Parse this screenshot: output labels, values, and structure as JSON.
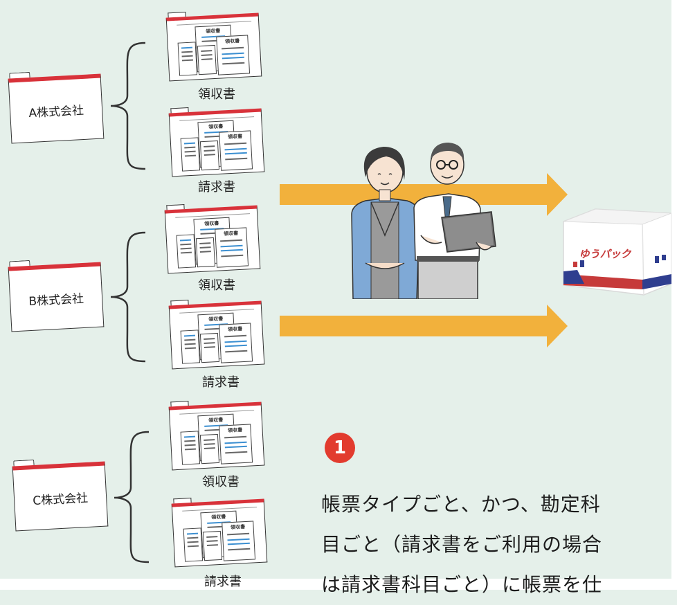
{
  "companies": [
    {
      "name": "A株式会社"
    },
    {
      "name": "B株式会社"
    },
    {
      "name": "C株式会社"
    }
  ],
  "doc_labels": {
    "receipt": "領収書",
    "invoice": "請求書"
  },
  "sheet_title": "領収書",
  "step": {
    "number": "1",
    "lines": [
      "帳票タイプごと、かつ、勘定科",
      "目ごと（請求書をご利用の場合",
      "は請求書科目ごと）に帳票を仕"
    ]
  },
  "parcel_brand": "ゆうパック",
  "colors": {
    "background": "#e5f0ea",
    "folder_red": "#d8323a",
    "arrow_orange": "#f2b13c",
    "badge_red": "#e23b2e",
    "doc_blue": "#3b8fd1"
  }
}
